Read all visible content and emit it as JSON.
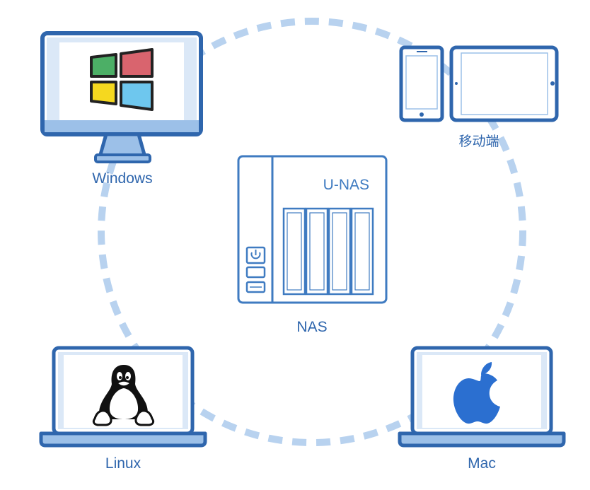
{
  "colors": {
    "ring": "#b8d2ef",
    "outline": "#2f66ad",
    "label": "#2f66ad",
    "nas_outline": "#3f7bc1",
    "screen_fill": "#dbe8f7",
    "win_green": "#4caf66",
    "win_red": "#d9646e",
    "win_yellow": "#f5d81f",
    "win_blue": "#6ec7ee"
  },
  "nodes": {
    "windows": {
      "label": "Windows",
      "icon": "windows-logo-icon"
    },
    "mobile": {
      "label": "移动端",
      "icon": "phone-tablet-icon"
    },
    "nas": {
      "label": "NAS",
      "brand": "U-NAS",
      "icon": "nas-device-icon"
    },
    "linux": {
      "label": "Linux",
      "icon": "tux-penguin-icon"
    },
    "mac": {
      "label": "Mac",
      "icon": "apple-logo-icon"
    }
  }
}
